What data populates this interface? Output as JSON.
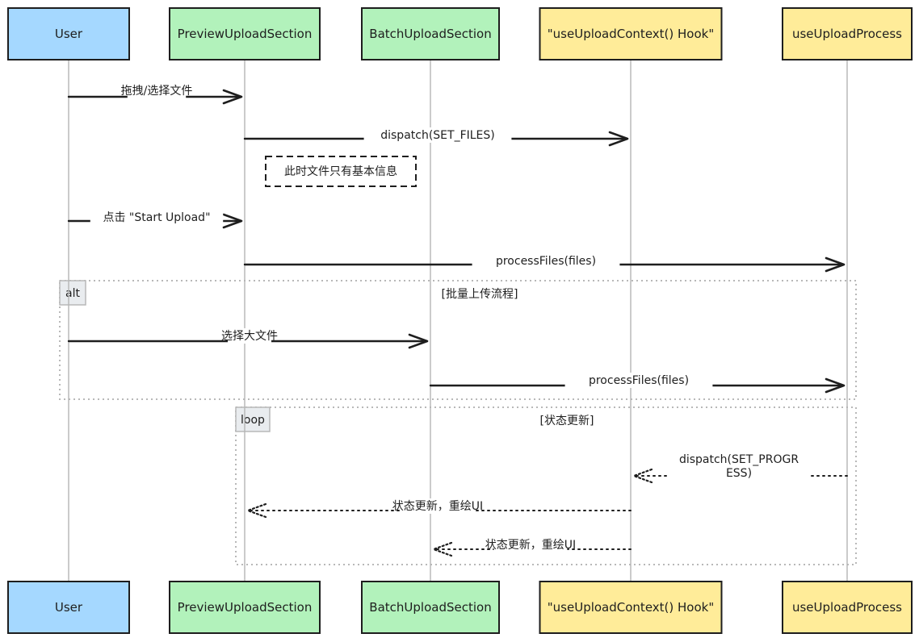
{
  "participants": [
    {
      "id": "user",
      "label": "User",
      "color": "#a5d8ff"
    },
    {
      "id": "preview",
      "label": "PreviewUploadSection",
      "color": "#b2f2bb"
    },
    {
      "id": "batch",
      "label": "BatchUploadSection",
      "color": "#b2f2bb"
    },
    {
      "id": "context",
      "label": "\"useUploadContext() Hook\"",
      "color": "#ffec99"
    },
    {
      "id": "process",
      "label": "useUploadProcess",
      "color": "#ffec99"
    }
  ],
  "messages": [
    {
      "from": "user",
      "to": "preview",
      "style": "solid",
      "lines": [
        "拖拽/选择文件"
      ]
    },
    {
      "from": "preview",
      "to": "context",
      "style": "solid",
      "lines": [
        "dispatch(SET_FILES)"
      ]
    },
    {
      "from": "user",
      "to": "preview",
      "style": "solid",
      "lines": [
        "点击 \"Start Upload\""
      ]
    },
    {
      "from": "preview",
      "to": "process",
      "style": "solid",
      "lines": [
        "processFiles(files)"
      ]
    },
    {
      "from": "user",
      "to": "batch",
      "style": "solid",
      "lines": [
        "选择大文件"
      ]
    },
    {
      "from": "batch",
      "to": "process",
      "style": "solid",
      "lines": [
        "processFiles(files)"
      ]
    },
    {
      "from": "process",
      "to": "context",
      "style": "dotted",
      "lines": [
        "dispatch(SET_PROGR",
        "ESS)"
      ]
    },
    {
      "from": "context",
      "to": "preview",
      "style": "dotted",
      "lines": [
        "状态更新，重绘UI"
      ]
    },
    {
      "from": "context",
      "to": "batch",
      "style": "dotted",
      "lines": [
        "状态更新，重绘UI"
      ]
    }
  ],
  "note": {
    "text": "此时文件只有基本信息"
  },
  "frames": [
    {
      "tag": "alt",
      "condition": "[批量上传流程]"
    },
    {
      "tag": "loop",
      "condition": "[状态更新]"
    }
  ]
}
